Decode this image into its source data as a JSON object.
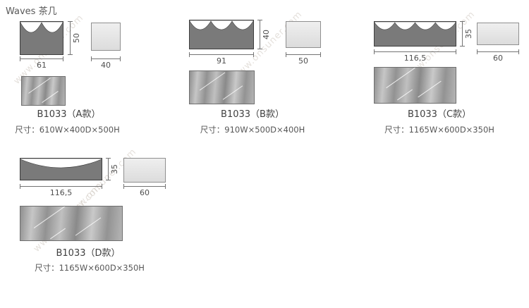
{
  "page": {
    "title": "Waves 茶几"
  },
  "watermark": {
    "text": "www.onsuner.com"
  },
  "colors": {
    "front_fill": "#7a7a7a",
    "front_stroke": "#3e3e3e",
    "side_fill": "#e6e6e6",
    "dimension_line": "#737373",
    "text": "#4f4f4f",
    "watermark": "#cfc7bf"
  },
  "products": [
    {
      "id": "A",
      "label": "B1033（A款）",
      "size_text": "尺寸：610W×400D×500H",
      "front": {
        "width_label": "61",
        "height_label": "50",
        "wave_count": 2
      },
      "side": {
        "width_label": "40"
      }
    },
    {
      "id": "B",
      "label": "B1033（B款）",
      "size_text": "尺寸：910W×500D×400H",
      "front": {
        "width_label": "91",
        "height_label": "40",
        "wave_count": 3
      },
      "side": {
        "width_label": "50"
      }
    },
    {
      "id": "C",
      "label": "B1033（C款）",
      "size_text": "尺寸：1165W×600D×350H",
      "front": {
        "width_label": "116,5",
        "height_label": "35",
        "wave_count": 4
      },
      "side": {
        "width_label": "60"
      }
    },
    {
      "id": "D",
      "label": "B1033（D款）",
      "size_text": "尺寸：1165W×600D×350H",
      "front": {
        "width_label": "116,5",
        "height_label": "35",
        "wave_count": 1
      },
      "side": {
        "width_label": "60"
      }
    }
  ]
}
